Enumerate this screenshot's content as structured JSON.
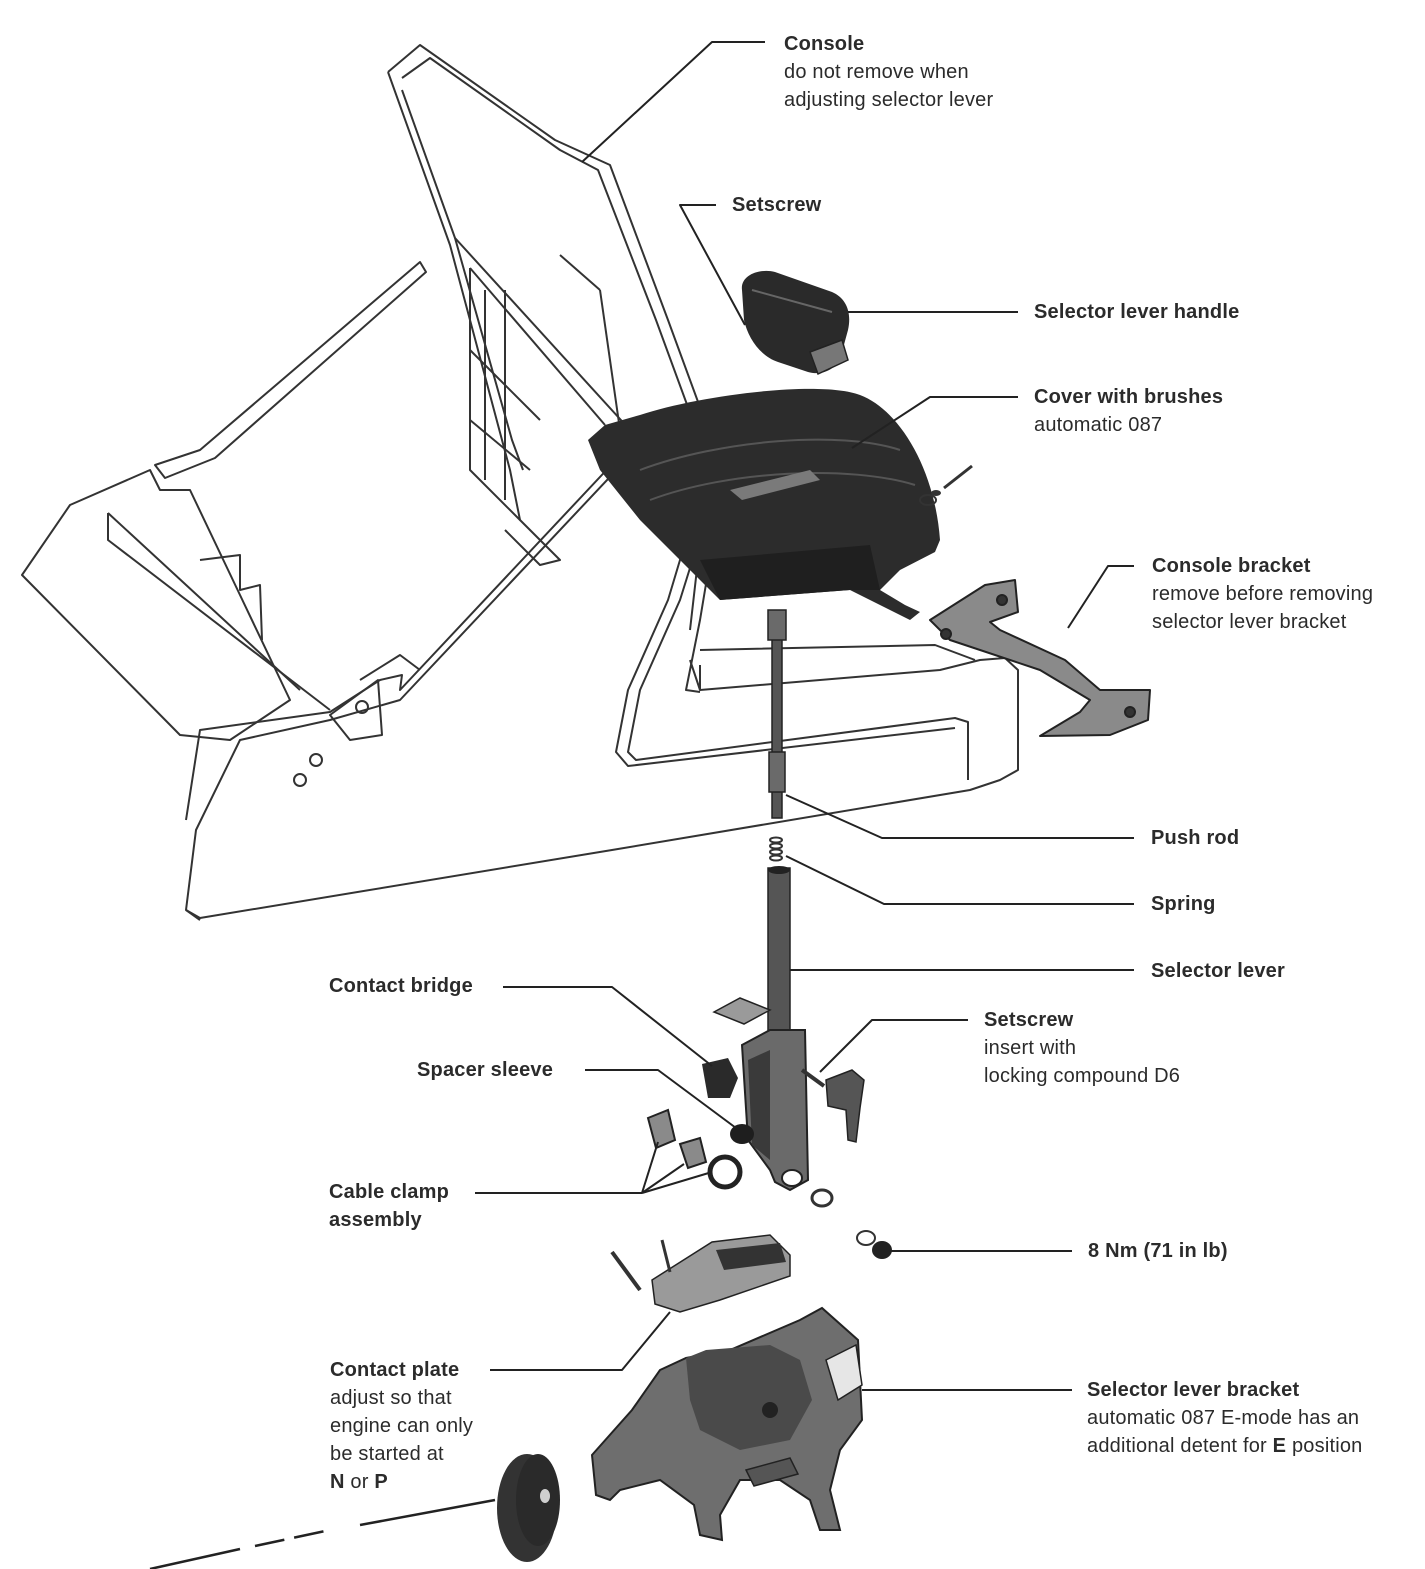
{
  "callouts": {
    "console": {
      "title": "Console",
      "lines": [
        "do not remove when",
        "adjusting selector lever"
      ]
    },
    "setscrew_top": {
      "title": "Setscrew"
    },
    "selector_lever_handle": {
      "title": "Selector lever handle"
    },
    "cover_with_brushes": {
      "title": "Cover with brushes",
      "lines": [
        "automatic 087"
      ]
    },
    "console_bracket": {
      "title": "Console bracket",
      "lines": [
        "remove before removing",
        "selector lever bracket"
      ]
    },
    "push_rod": {
      "title": "Push rod"
    },
    "spring": {
      "title": "Spring"
    },
    "selector_lever": {
      "title": "Selector lever"
    },
    "contact_bridge": {
      "title": "Contact bridge"
    },
    "setscrew_lower": {
      "title": "Setscrew",
      "lines": [
        "insert with",
        "locking compound D6"
      ]
    },
    "spacer_sleeve": {
      "title": "Spacer sleeve"
    },
    "cable_clamp_assembly": {
      "title_lines": [
        "Cable clamp",
        "assembly"
      ]
    },
    "torque": {
      "title": "8 Nm (71 in lb)"
    },
    "contact_plate": {
      "title": "Contact plate",
      "lines": [
        "adjust so that",
        "engine can only",
        "be started at"
      ],
      "last_line": {
        "n": "N",
        "or": "or",
        "p": "P"
      }
    },
    "selector_lever_bracket": {
      "title": "Selector lever bracket",
      "lines": [
        "automatic 087 E-mode has an"
      ],
      "last_line": {
        "before": "additional detent for",
        "bold": "E",
        "after": "position"
      }
    }
  }
}
